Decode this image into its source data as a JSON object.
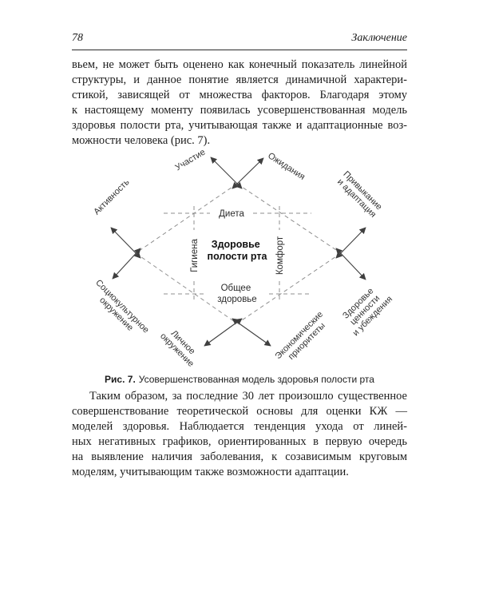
{
  "page": {
    "number": "78",
    "section": "Заключение"
  },
  "body": {
    "para1_lines": [
      "вьем, не может быть оценено как конечный показатель линейной",
      "структуры, и данное понятие является динамичной характери-",
      "стикой, зависящей от множества факторов. Благодаря этому",
      "к настоящему моменту появилась усовершенствованная модель",
      "здоровья полости рта, учитывающая также и адаптационные воз-",
      "можности человека (рис. 7)."
    ],
    "para2_lines": [
      "Таким образом, за последние 30 лет произошло существенное",
      "совершенствование теоретической основы для оценки КЖ —",
      "моделей здоровья. Наблюдается тенденция ухода от линей-",
      "ных негативных графиков, ориентированных в первую очередь",
      "на выявление наличия заболевания, к созависимым круговым",
      "моделям, учитывающим также возможности адаптации."
    ]
  },
  "caption": {
    "label": "Рис. 7.",
    "text": "Усовершенствованная модель здоровья полости рта"
  },
  "diagram": {
    "center": [
      "Здоровье",
      "полости рта"
    ],
    "inner": {
      "top": "Диета",
      "left": "Гигиена",
      "right": "Комфорт",
      "bottom": [
        "Общее",
        "здоровье"
      ]
    },
    "outer": {
      "top_left": "Участие",
      "top_right": "Ожидания",
      "left_top": "Активность",
      "right_top": [
        "Привыкание",
        "и адаптация"
      ],
      "left_bottom": [
        "Социокультурное",
        "окружение"
      ],
      "bottom_left": [
        "Личное",
        "окружение"
      ],
      "bottom_right": [
        "Экономические",
        "приоритеты"
      ],
      "right_bottom": [
        "Здоровье",
        "ценности",
        "и убеждения"
      ]
    },
    "colors": {
      "dashed_line": "#8f8f8f",
      "arrow": "#3f3f3f",
      "label_text": "#333333"
    }
  }
}
